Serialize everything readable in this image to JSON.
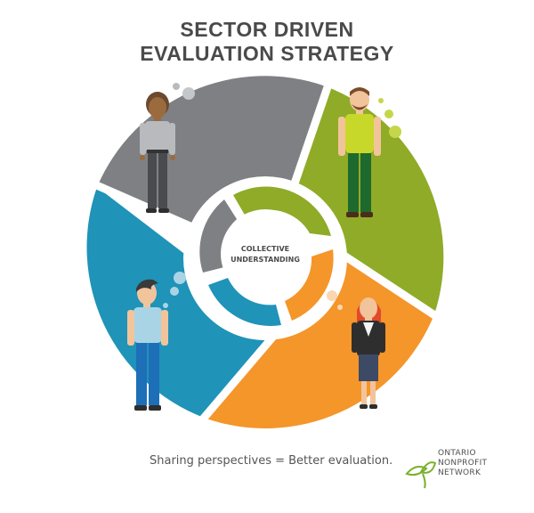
{
  "title": {
    "line1": "SECTOR DRIVEN",
    "line2": "EVALUATION STRATEGY"
  },
  "center": {
    "line1": "COLLECTIVE",
    "line2": "UNDERSTANDING"
  },
  "caption": "Sharing perspectives = Better evaluation.",
  "logo": {
    "line1": "ONTARIO",
    "line2": "NONPROFIT",
    "line3": "NETWORK",
    "icon": "leaf-icon"
  },
  "colors": {
    "gray": "#7f8083",
    "green": "#8fab28",
    "orange": "#f4962a",
    "blue": "#1f93b8",
    "logo_green": "#7bb02d"
  }
}
